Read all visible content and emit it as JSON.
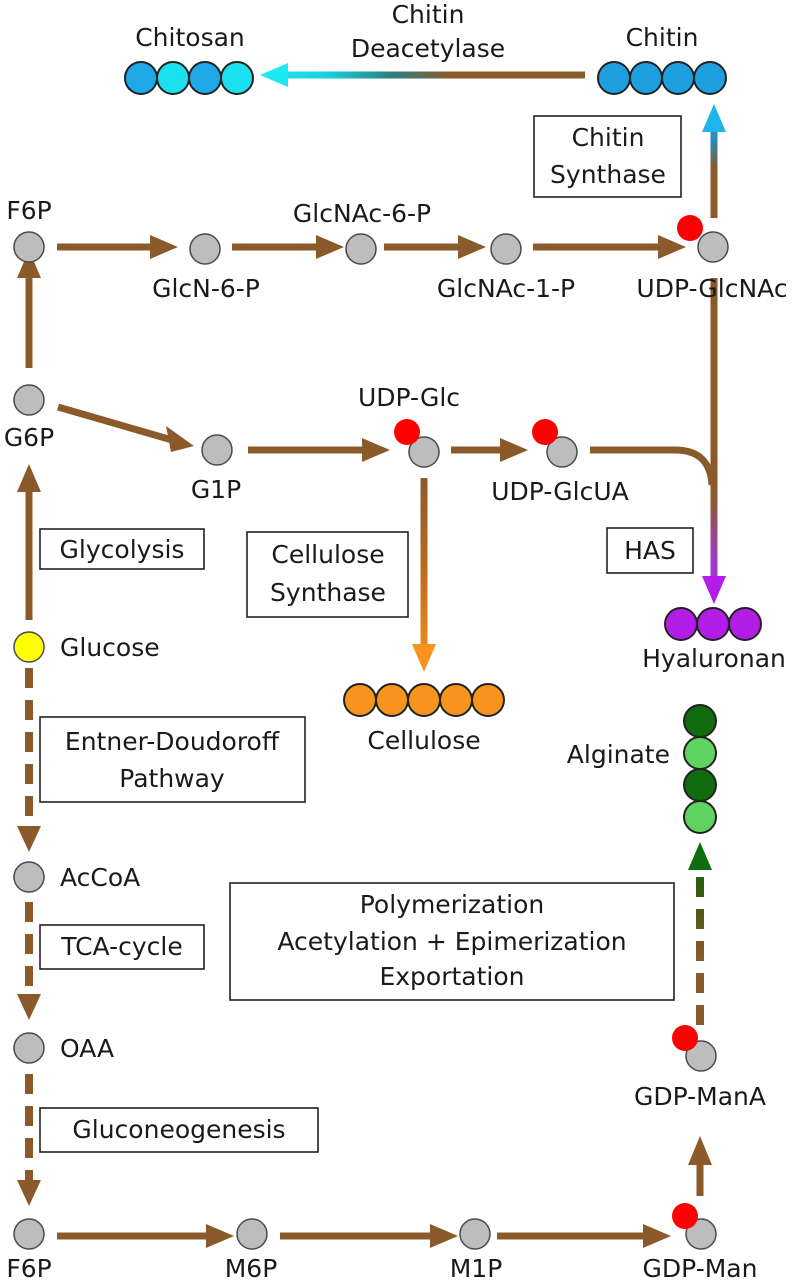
{
  "colors": {
    "arrow": "#8B5A2B",
    "node": "#bdbdbd",
    "phosphate": "#ff0000",
    "glucose": "#ffff00",
    "chitin": "#1e9fe0",
    "chitosan": "#1ce0f0",
    "cellulose": "#f7941d",
    "hyaluronan": "#b21ee8",
    "alginate_dark": "#0e6b0e",
    "alginate_light": "#5fd35f"
  },
  "metabolites": {
    "f6p_top": "F6P",
    "glcn6p": "GlcN-6-P",
    "glcnac6p": "GlcNAc-6-P",
    "glcnac1p": "GlcNAc-1-P",
    "udp_glcnac": "UDP-GlcNAc",
    "g6p": "G6P",
    "g1p": "G1P",
    "udp_glc": "UDP-Glc",
    "udp_glcua": "UDP-GlcUA",
    "glucose": "Glucose",
    "accoa": "AcCoA",
    "oaa": "OAA",
    "f6p_bottom": "F6P",
    "m6p": "M6P",
    "m1p": "M1P",
    "gdp_man": "GDP-Man",
    "gdp_mana": "GDP-ManA"
  },
  "polymers": {
    "chitosan": "Chitosan",
    "chitin": "Chitin",
    "cellulose": "Cellulose",
    "hyaluronan": "Hyaluronan",
    "alginate": "Alginate"
  },
  "enzymes": {
    "chitin_deacetylase": [
      "Chitin",
      "Deacetylase"
    ],
    "chitin_synthase": [
      "Chitin",
      "Synthase"
    ],
    "cellulose_synthase": [
      "Cellulose",
      "Synthase"
    ],
    "has": "HAS"
  },
  "pathways": {
    "glycolysis": "Glycolysis",
    "entner_doudoroff": [
      "Entner-Doudoroff",
      "Pathway"
    ],
    "tca_cycle": "TCA-cycle",
    "gluconeogenesis": "Gluconeogenesis"
  },
  "processes": [
    "Polymerization",
    "Acetylation + Epimerization",
    "Exportation"
  ]
}
